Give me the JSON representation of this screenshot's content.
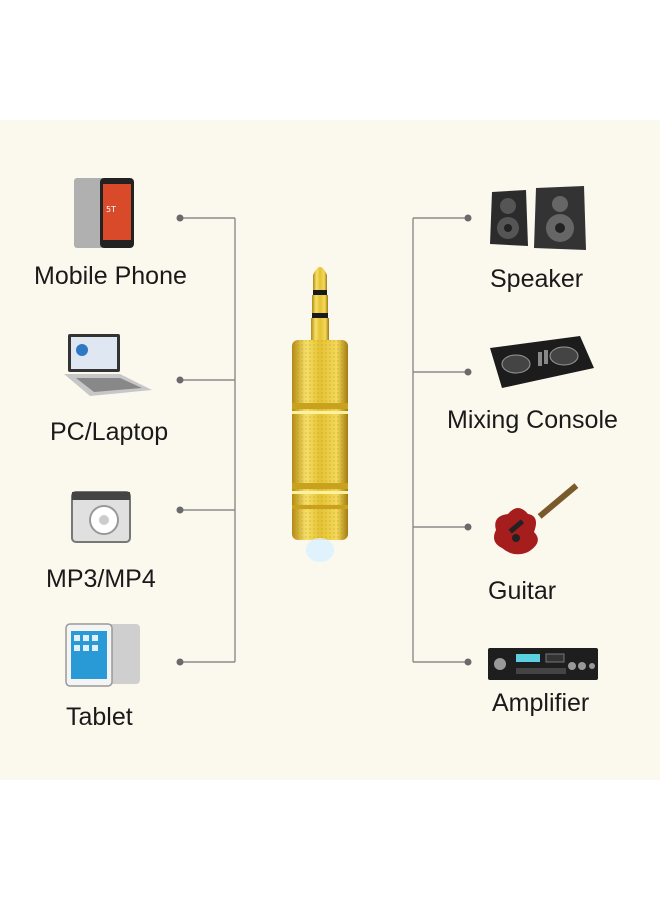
{
  "left_devices": [
    {
      "label": "Mobile Phone",
      "icon": "mobile-phone-icon"
    },
    {
      "label": "PC/Laptop",
      "icon": "laptop-icon"
    },
    {
      "label": "MP3/MP4",
      "icon": "mp3-player-icon"
    },
    {
      "label": "Tablet",
      "icon": "tablet-icon"
    }
  ],
  "right_devices": [
    {
      "label": "Speaker",
      "icon": "speaker-icon"
    },
    {
      "label": "Mixing Console",
      "icon": "mixing-console-icon"
    },
    {
      "label": "Guitar",
      "icon": "guitar-icon"
    },
    {
      "label": "Amplifier",
      "icon": "amplifier-icon"
    }
  ],
  "colors": {
    "background": "#fbf8ee",
    "connector_line": "#8a8a8a",
    "adapter_gold": "#e8c83a"
  }
}
